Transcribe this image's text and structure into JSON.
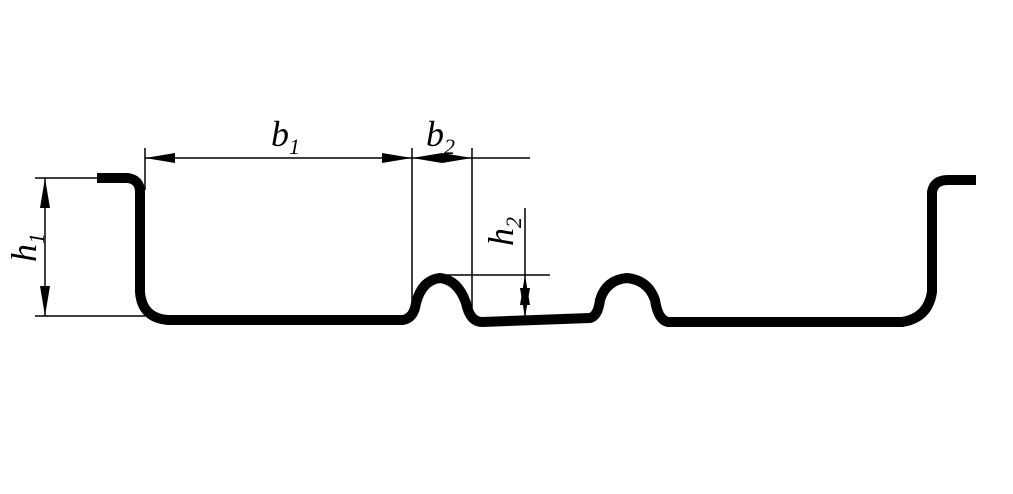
{
  "labels": {
    "b1": {
      "base": "b",
      "sub": "1"
    },
    "b2": {
      "base": "b",
      "sub": "2"
    },
    "h1": {
      "base": "h",
      "sub": "1"
    },
    "h2": {
      "base": "h",
      "sub": "2"
    }
  },
  "colors": {
    "line": "#000000",
    "background": "#ffffff"
  }
}
